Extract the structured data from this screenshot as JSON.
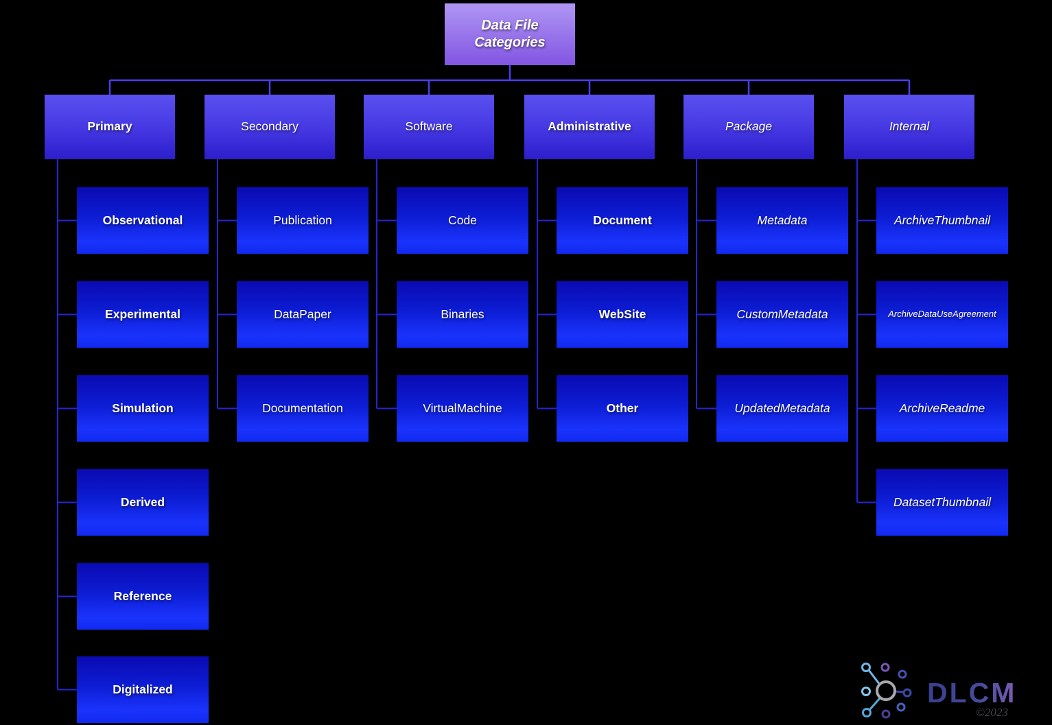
{
  "root": {
    "label": "Data File Categories"
  },
  "columns": [
    {
      "label": "Primary",
      "children": [
        {
          "label": "Observational"
        },
        {
          "label": "Experimental"
        },
        {
          "label": "Simulation"
        },
        {
          "label": "Derived"
        },
        {
          "label": "Reference"
        },
        {
          "label": "Digitalized"
        }
      ]
    },
    {
      "label": "Secondary",
      "children": [
        {
          "label": "Publication"
        },
        {
          "label": "DataPaper"
        },
        {
          "label": "Documentation"
        }
      ]
    },
    {
      "label": "Software",
      "children": [
        {
          "label": "Code"
        },
        {
          "label": "Binaries"
        },
        {
          "label": "VirtualMachine"
        }
      ]
    },
    {
      "label": "Administrative",
      "children": [
        {
          "label": "Document"
        },
        {
          "label": "WebSite"
        },
        {
          "label": "Other"
        }
      ]
    },
    {
      "label": "Package",
      "children": [
        {
          "label": "Metadata"
        },
        {
          "label": "CustomMetadata"
        },
        {
          "label": "UpdatedMetadata"
        }
      ]
    },
    {
      "label": "Internal",
      "children": [
        {
          "label": "ArchiveThumbnail"
        },
        {
          "label": "ArchiveDataUseAgreement"
        },
        {
          "label": "ArchiveReadme"
        },
        {
          "label": "DatasetThumbnail"
        }
      ]
    }
  ],
  "logo": {
    "brand": "DLCM",
    "year": "©2023"
  },
  "colors": {
    "background": "#000000",
    "root_gradient_top": "#b096f3",
    "root_gradient_bottom": "#8255e2",
    "level1_gradient_top": "#5a50ef",
    "level1_gradient_bottom": "#2c1ecb",
    "level2_gradient_top": "#0a0ab2",
    "level2_gradient_bottom": "#1a33fc",
    "connector_bus": "#4a3ff0",
    "connector_trunk": "#2525d8",
    "text": "#ffffff",
    "logo_brand_start": "#383f8e",
    "logo_brand_end": "#7f5cb5",
    "logo_year": "#46464c"
  }
}
